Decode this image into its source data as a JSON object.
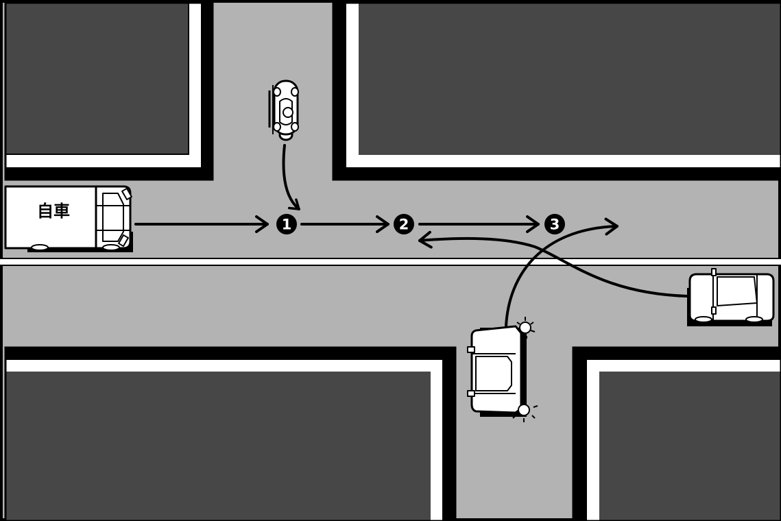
{
  "own_vehicle": {
    "label": "自車"
  },
  "markers": [
    {
      "label": "1"
    },
    {
      "label": "2"
    },
    {
      "label": "3"
    }
  ],
  "colors": {
    "road": "#b3b3b3",
    "block": "#474747",
    "curb": "#ffffff",
    "outline": "#000000",
    "vehicle": "#ffffff"
  },
  "icons": [
    "motorcycle-icon",
    "truck-icon",
    "oncoming-car-icon",
    "police-car-icon",
    "siren-icon"
  ]
}
